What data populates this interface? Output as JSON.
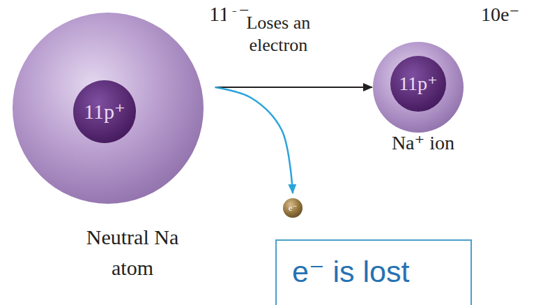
{
  "diagram": {
    "nodes": [
      {
        "text": [
          "11e⁻",
          "Neutral Na atom"
        ]
      },
      {
        "text": [
          "11p⁺"
        ],
        "in": 0
      },
      {
        "text": [
          "10e⁻",
          "Na⁺ ion"
        ]
      },
      {
        "text": [
          "11p⁺"
        ],
        "in": 2
      },
      {
        "text": [
          "e⁻"
        ]
      },
      {
        "text": [
          "e⁻ is lost"
        ]
      }
    ],
    "edges": [
      {
        "from": 0,
        "to": 2,
        "arrow": "to",
        "label": "Loses an electron"
      },
      {
        "from": 0,
        "to": 4,
        "arrow": "to"
      }
    ]
  }
}
